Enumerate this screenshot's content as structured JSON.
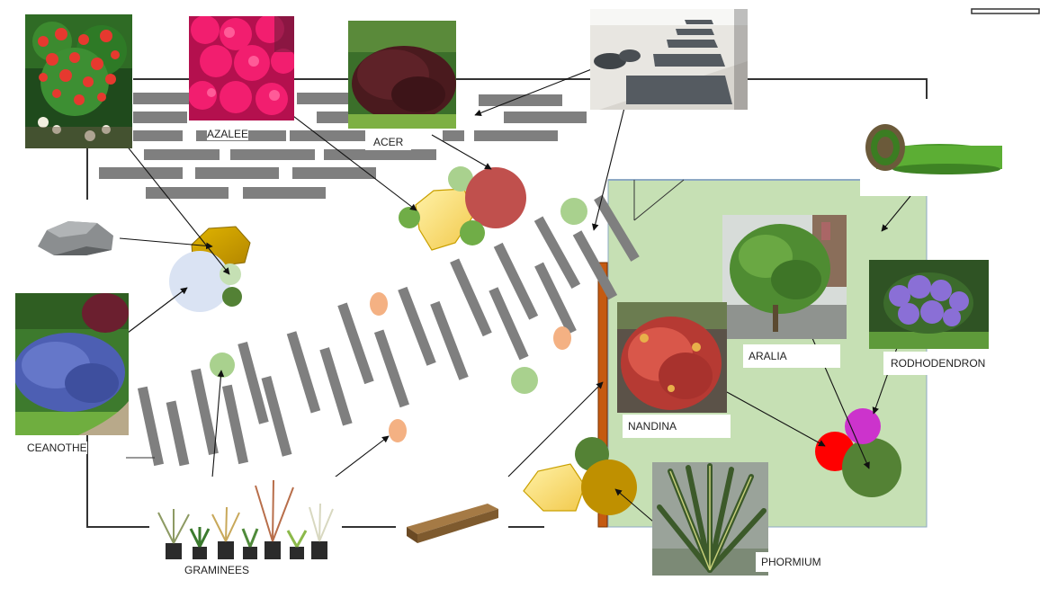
{
  "labels": {
    "azalee": "AZALEE",
    "acer": "ACER",
    "ceanothe": "CEANOTHE",
    "graminees": "GRAMINEES",
    "nandina": "NANDINA",
    "aralia": "ARALIA",
    "rodhodendron": "RODHODENDRON",
    "phormium": "PHORMIUM"
  },
  "colors": {
    "lawn": "#c6e0b4",
    "paver": "#7f7f7f",
    "outline": "#333333",
    "fence": "#c55a11",
    "rock_yellow": "#ffd966",
    "rock_ochre": "#c9a000",
    "light_green": "#a9d18e",
    "dark_green": "#538135",
    "terracotta": "#c0504d",
    "peach": "#f4b183",
    "pale_blue": "#dae3f3",
    "red": "#ff0000",
    "magenta": "#cc33cc",
    "mustard": "#bf9000"
  },
  "photos": [
    {
      "id": "pieris",
      "icon": "red-shrub-photo"
    },
    {
      "id": "azalee",
      "icon": "pink-azalea-photo"
    },
    {
      "id": "acer",
      "icon": "red-maple-photo"
    },
    {
      "id": "stepping-stones",
      "icon": "stepping-stones-photo"
    },
    {
      "id": "turf-roll",
      "icon": "turf-roll-photo"
    },
    {
      "id": "rock",
      "icon": "rock-photo"
    },
    {
      "id": "ceanothe",
      "icon": "ceanothus-photo"
    },
    {
      "id": "aralia",
      "icon": "aralia-photo"
    },
    {
      "id": "rodhodendron",
      "icon": "rhododendron-photo"
    },
    {
      "id": "nandina",
      "icon": "nandina-photo"
    },
    {
      "id": "phormium",
      "icon": "phormium-photo"
    },
    {
      "id": "graminees",
      "icon": "grasses-photo"
    },
    {
      "id": "wood-beam",
      "icon": "wood-beam-photo"
    }
  ]
}
